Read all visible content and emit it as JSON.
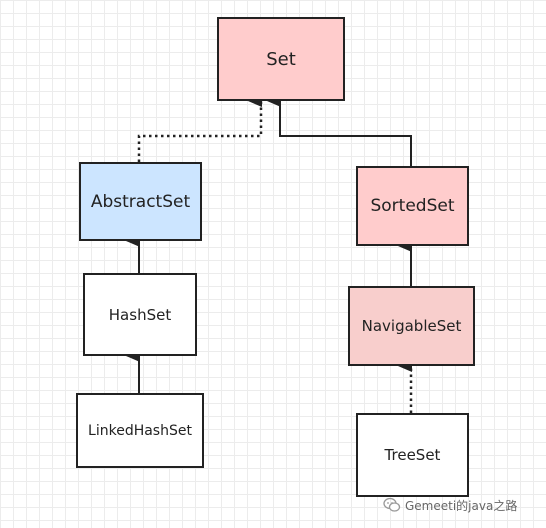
{
  "nodes": {
    "set": {
      "label": "Set",
      "fill": "#ffcccc"
    },
    "abstract_set": {
      "label": "AbstractSet",
      "fill": "#cce5ff"
    },
    "sorted_set": {
      "label": "SortedSet",
      "fill": "#ffcccc"
    },
    "hash_set": {
      "label": "HashSet",
      "fill": "#ffffff"
    },
    "navigable_set": {
      "label": "NavigableSet",
      "fill": "#f8cecc"
    },
    "linked_hash_set": {
      "label": "LinkedHashSet",
      "fill": "#ffffff"
    },
    "tree_set": {
      "label": "TreeSet",
      "fill": "#ffffff"
    }
  },
  "edges": [
    {
      "from": "abstract_set",
      "to": "set",
      "style": "dotted"
    },
    {
      "from": "sorted_set",
      "to": "set",
      "style": "solid"
    },
    {
      "from": "hash_set",
      "to": "abstract_set",
      "style": "solid"
    },
    {
      "from": "navigable_set",
      "to": "sorted_set",
      "style": "solid"
    },
    {
      "from": "linked_hash_set",
      "to": "hash_set",
      "style": "solid"
    },
    {
      "from": "tree_set",
      "to": "navigable_set",
      "style": "dotted"
    }
  ],
  "watermark": {
    "text": "Gemeeti的java之路",
    "icon": "wechat-icon"
  },
  "colors": {
    "stroke": "#222222",
    "grid": "#ececec"
  }
}
